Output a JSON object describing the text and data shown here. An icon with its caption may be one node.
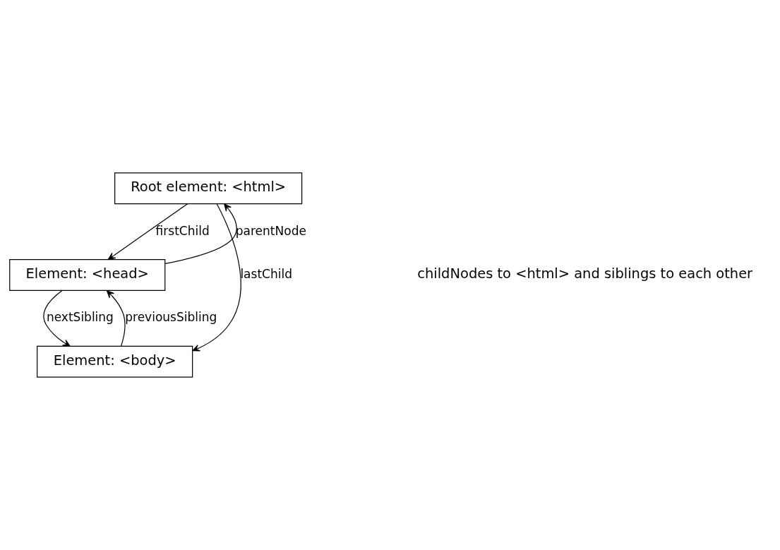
{
  "diagram": {
    "nodes": [
      {
        "text": [
          "Root element: <html>"
        ]
      },
      {
        "text": [
          "Element: <head>"
        ]
      },
      {
        "text": [
          "Element: <body>"
        ]
      }
    ],
    "edges": [
      {
        "from": 1,
        "to": 0,
        "arrow": "to",
        "label": "parentNode"
      },
      {
        "from": 0,
        "to": 1,
        "arrow": "to",
        "label": "firstChild"
      },
      {
        "from": 0,
        "to": 2,
        "arrow": "to",
        "label": "lastChild"
      },
      {
        "from": 1,
        "to": 2,
        "arrow": "to",
        "label": "nextSibling"
      },
      {
        "from": 2,
        "to": 1,
        "arrow": "to",
        "label": "previousSibling"
      }
    ],
    "labels": [
      "childNodes to <html> and siblings to each other"
    ]
  }
}
